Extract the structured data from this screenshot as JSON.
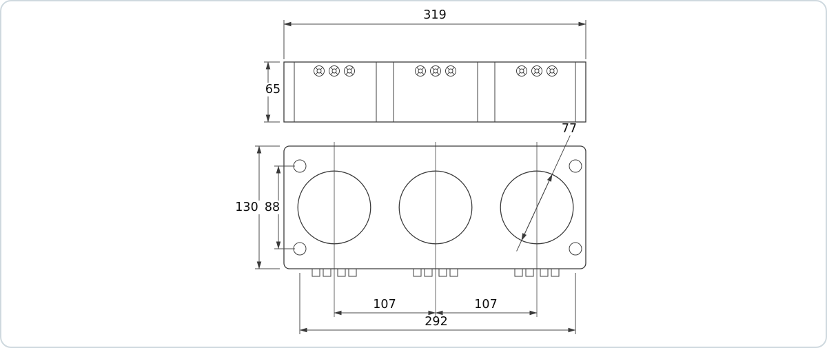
{
  "drawing": {
    "dimensions": {
      "overall_width": "319",
      "body_height": "65",
      "plate_height": "130",
      "mount_hole_vertical_pitch": "88",
      "aperture_diameter": "77",
      "aperture_pitch_left": "107",
      "aperture_pitch_right": "107",
      "mount_hole_horizontal_pitch": "292"
    },
    "colors": {
      "line": "#3a3a3a",
      "text": "#0d0d0d",
      "background": "#ffffff",
      "border": "#cfd9df"
    }
  }
}
